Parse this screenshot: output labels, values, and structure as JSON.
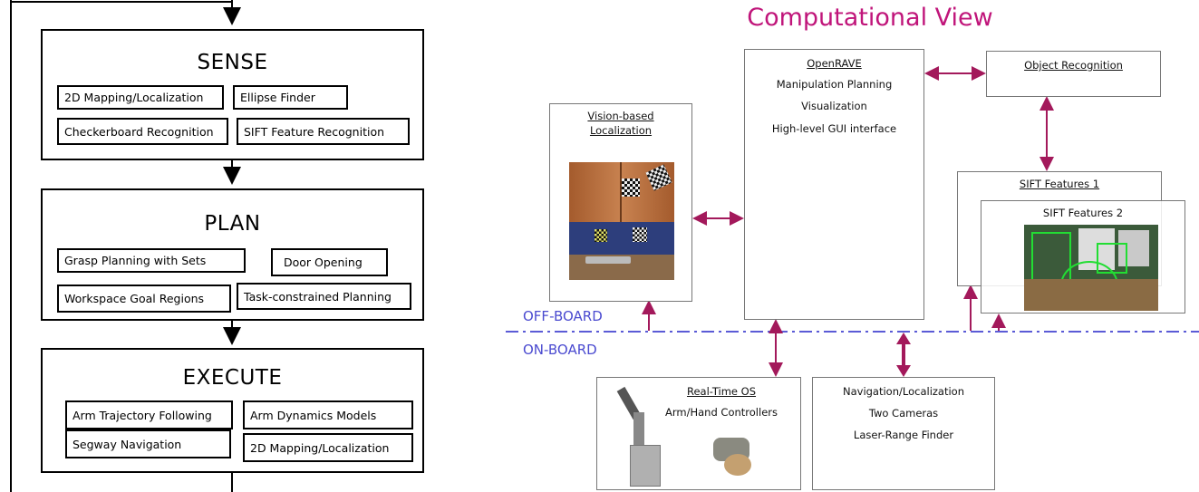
{
  "pipeline": {
    "sense": {
      "title": "SENSE",
      "modules": [
        "2D Mapping/Localization",
        "Ellipse Finder",
        "Checkerboard Recognition",
        "SIFT Feature Recognition"
      ]
    },
    "plan": {
      "title": "PLAN",
      "modules": [
        "Grasp Planning with Sets",
        "Door Opening",
        "Workspace Goal Regions",
        "Task-constrained Planning"
      ]
    },
    "execute": {
      "title": "EXECUTE",
      "modules": [
        "Arm Trajectory Following",
        "Arm Dynamics Models",
        "Segway Navigation",
        "2D Mapping/Localization"
      ]
    }
  },
  "computational": {
    "title": "Computational View",
    "off_board": "OFF-BOARD",
    "on_board": "ON-BOARD",
    "openrave": {
      "name": "OpenRAVE",
      "lines": [
        "Manipulation Planning",
        "Visualization",
        "High-level GUI interface"
      ]
    },
    "object_recognition": "Object Recognition",
    "vision_localization": [
      "Vision-based",
      "Localization"
    ],
    "sift1": "SIFT Features 1",
    "sift2": "SIFT Features 2",
    "rtos": {
      "name": "Real-Time OS",
      "sub": "Arm/Hand Controllers"
    },
    "navigation": [
      "Navigation/Localization",
      "Two Cameras",
      "Laser-Range Finder"
    ],
    "colors": {
      "title": "#c0157a",
      "arrow": "#a3195b",
      "zone": "#4b4bd0",
      "divider": "#5b5bd6"
    }
  }
}
